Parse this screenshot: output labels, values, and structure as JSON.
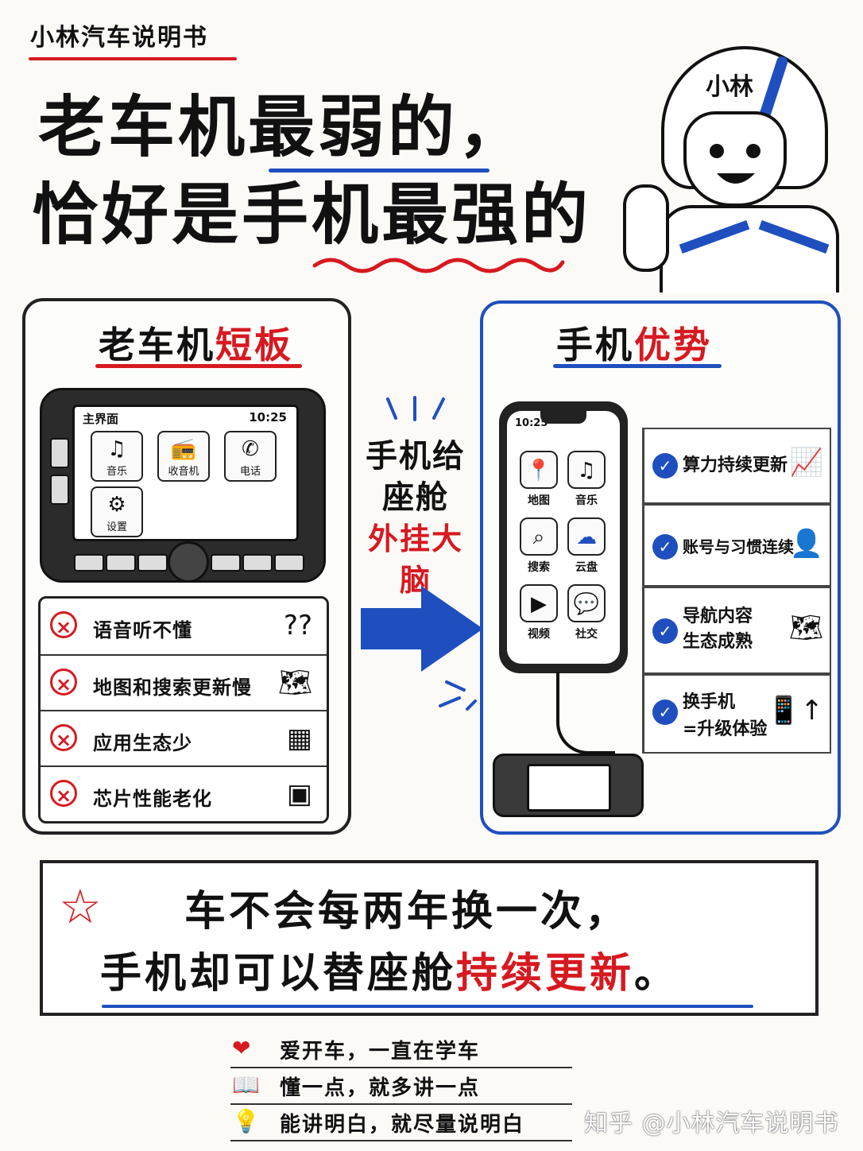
{
  "brand": "小林汽车说明书",
  "headline": {
    "line1_pre": "老车机",
    "line1_em": "最弱的",
    "line1_post": "，",
    "line2_pre": "恰好是手机",
    "line2_em": "最强",
    "line2_post": "的"
  },
  "mascot": {
    "helmet_text": "小林"
  },
  "left_panel": {
    "title_plain": "老车机",
    "title_red": "短板",
    "radio": {
      "screen_title": "主界面",
      "time": "10:25",
      "apps": [
        {
          "label": "音乐",
          "icon": "♫"
        },
        {
          "label": "收音机",
          "icon": "📻"
        },
        {
          "label": "电话",
          "icon": "✆"
        },
        {
          "label": "设置",
          "icon": "⚙"
        }
      ]
    },
    "issues": [
      {
        "text": "语音听不懂",
        "icon": "??"
      },
      {
        "text": "地图和搜索更新慢",
        "icon": "🗺"
      },
      {
        "text": "应用生态少",
        "icon": "▦"
      },
      {
        "text": "芯片性能老化",
        "icon": "▣"
      }
    ]
  },
  "middle": {
    "line1": "手机给",
    "line2": "座舱",
    "line3": "外挂大脑"
  },
  "right_panel": {
    "title_plain": "手机",
    "title_red": "优势",
    "phone": {
      "time": "10:25",
      "apps": [
        {
          "label": "地图",
          "icon": "📍"
        },
        {
          "label": "音乐",
          "icon": "♫"
        },
        {
          "label": "搜索",
          "icon": "⌕"
        },
        {
          "label": "云盘",
          "icon": "☁"
        },
        {
          "label": "视频",
          "icon": "▶"
        },
        {
          "label": "社交",
          "icon": "💬"
        }
      ]
    },
    "benefits": [
      {
        "line1": "算力持续更新",
        "line2": "",
        "icon": "📈"
      },
      {
        "line1": "账号与习惯连续",
        "line2": "",
        "icon": "👤"
      },
      {
        "line1": "导航内容",
        "line2": "生态成熟",
        "icon": "🗺"
      },
      {
        "line1": "换手机",
        "line2": "=升级体验",
        "icon": "📱↑"
      }
    ]
  },
  "banner": {
    "line1": "车不会每两年换一次，",
    "line2_pre": "手机却可以替座舱",
    "line2_red": "持续更新",
    "line2_post": "。"
  },
  "footer": [
    {
      "icon": "❤",
      "text": "爱开车，一直在学车"
    },
    {
      "icon": "📖",
      "text": "懂一点，就多讲一点"
    },
    {
      "icon": "💡",
      "text": "能讲明白，就尽量说明白"
    }
  ],
  "watermark": "知乎 @小林汽车说明书",
  "colors": {
    "accent_red": "#d71920",
    "accent_blue": "#1f4fbf"
  }
}
